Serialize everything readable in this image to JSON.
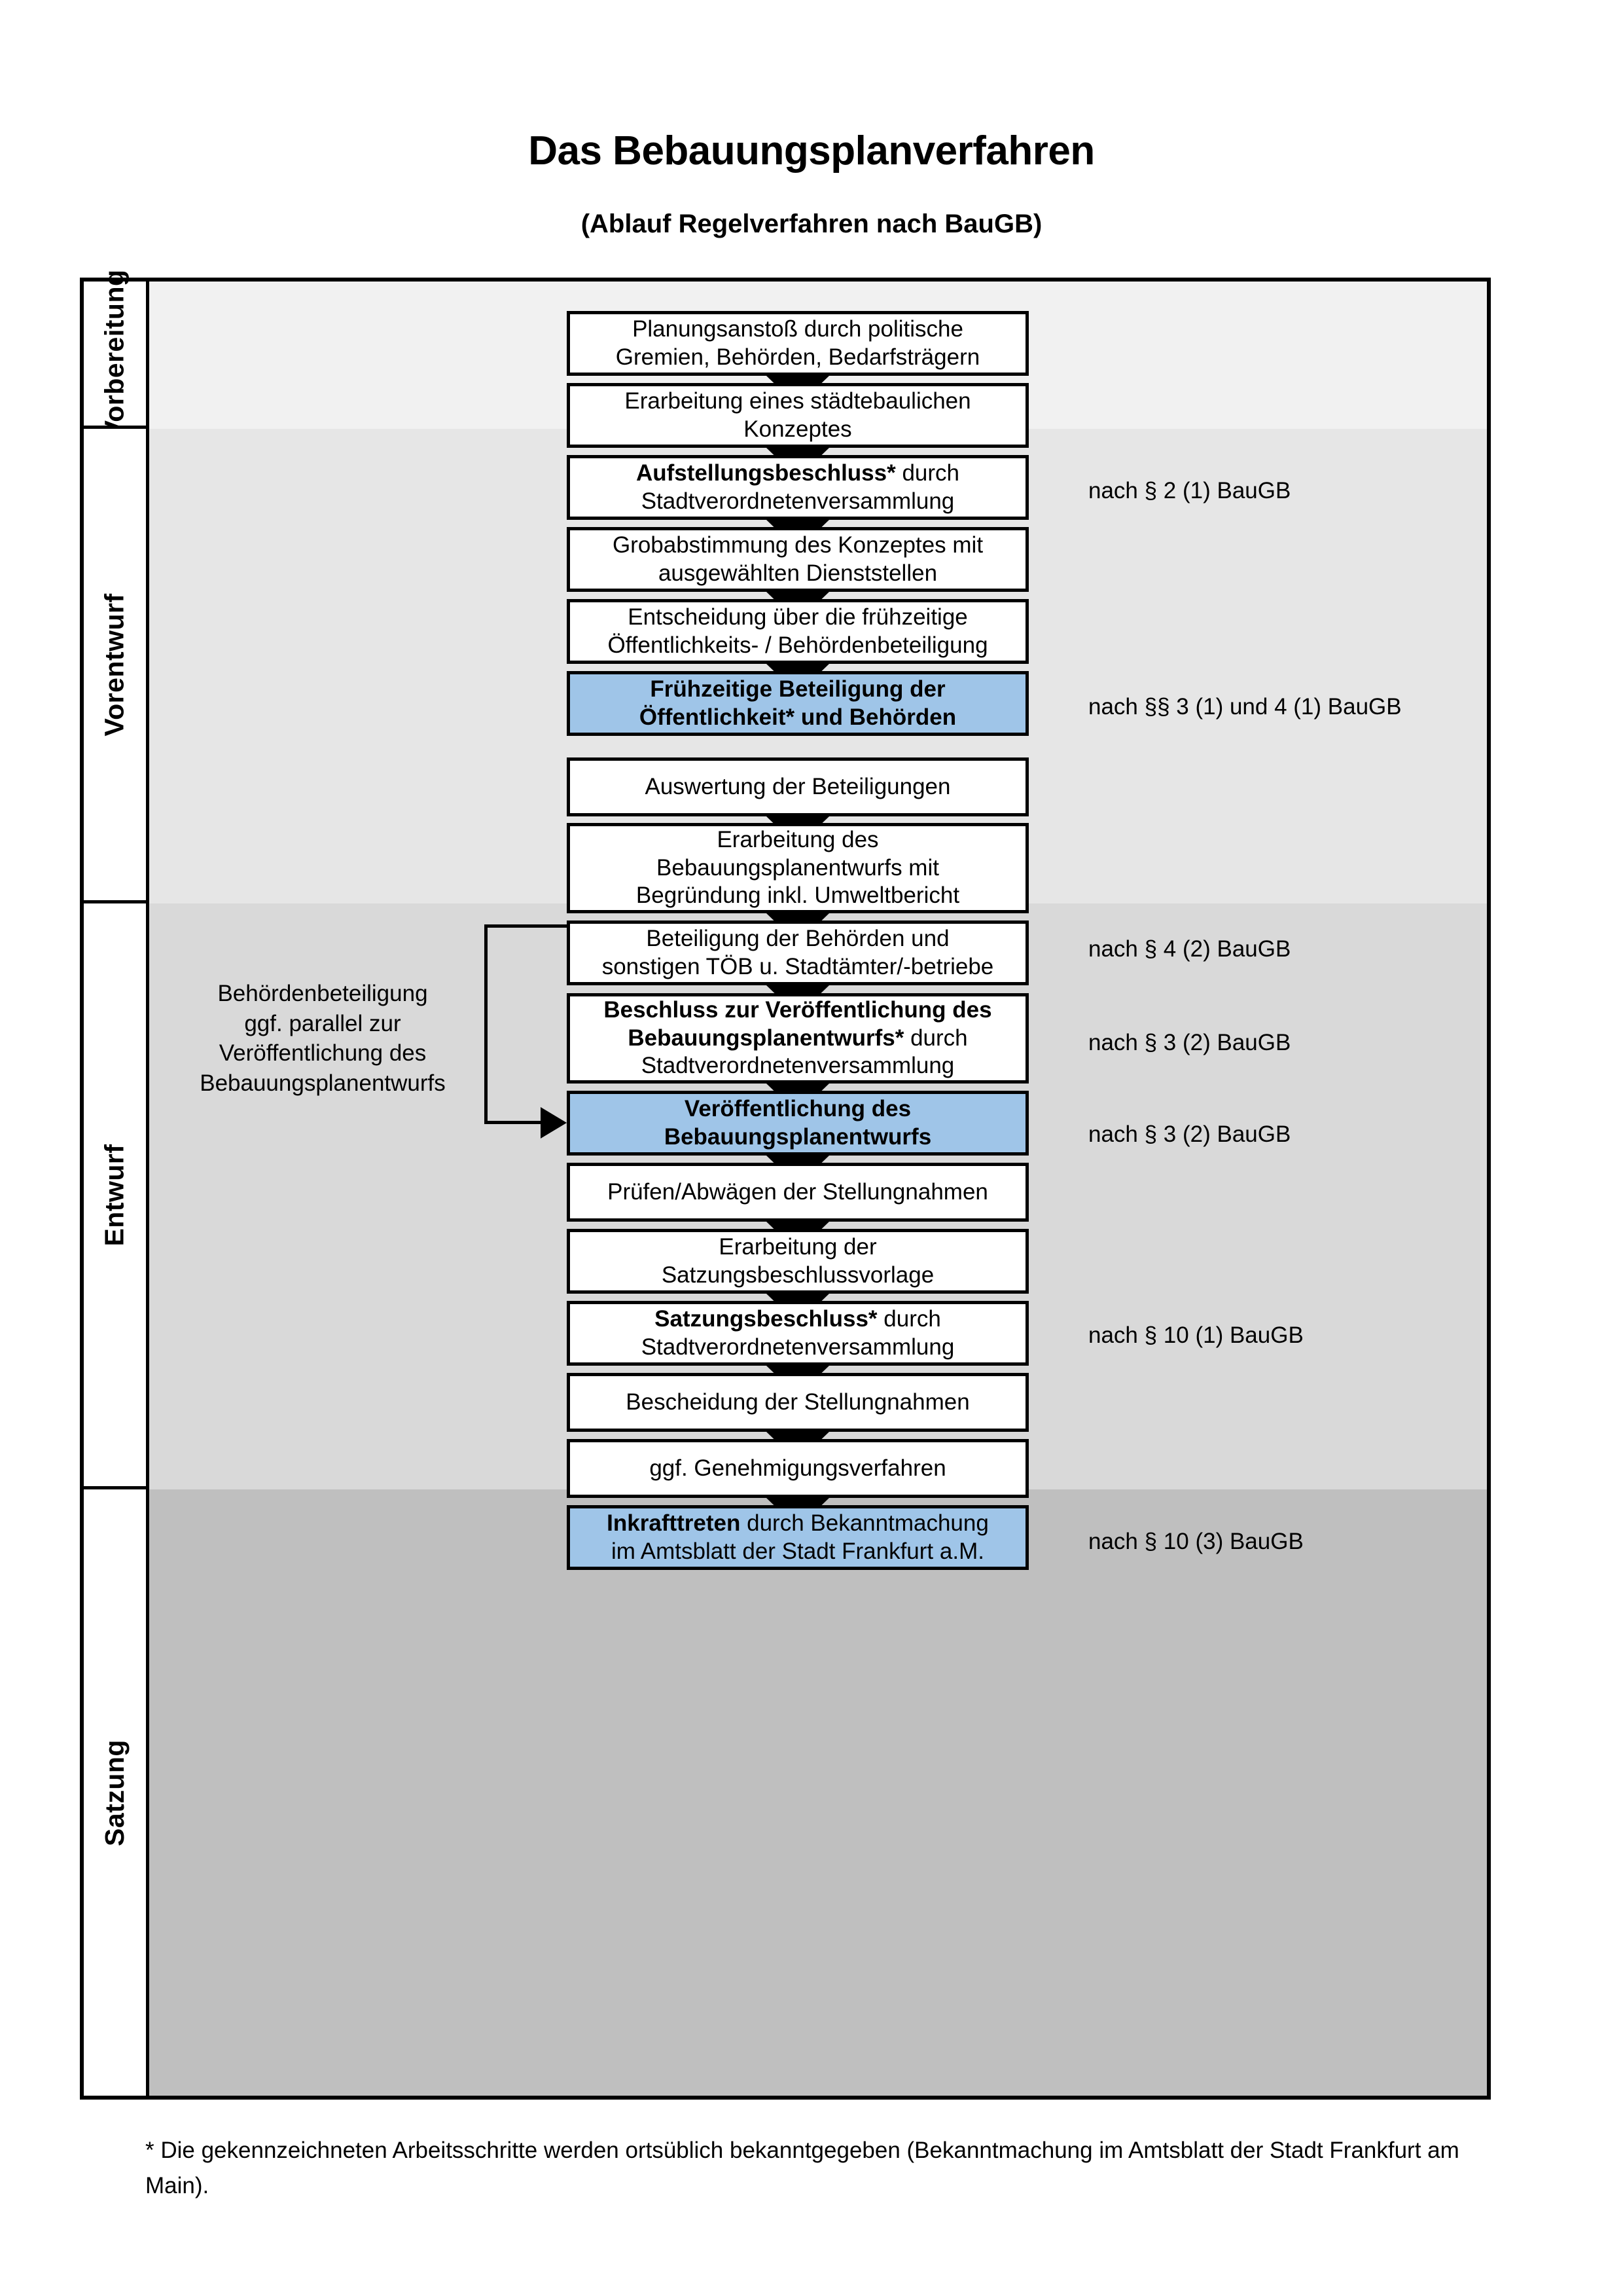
{
  "title": "Das Bebauungsplanverfahren",
  "subtitle": "(Ablauf Regelverfahren nach BauGB)",
  "colors": {
    "highlight_blue": "#9fc5e8",
    "band_vorbereitung": "#f1f1f1",
    "band_vorentwurf": "#e6e6e6",
    "band_entwurf": "#d9d9d9",
    "band_satzung": "#bfbfbf",
    "outline": "#000000"
  },
  "phases": [
    {
      "label": "Vorbereitung",
      "band_color": "#f1f1f1"
    },
    {
      "label": "Vorentwurf",
      "band_color": "#e6e6e6"
    },
    {
      "label": "Entwurf",
      "band_color": "#d9d9d9"
    },
    {
      "label": "Satzung",
      "band_color": "#bfbfbf"
    }
  ],
  "steps": [
    {
      "id": "s1",
      "phase": "Vorbereitung",
      "lines": [
        "Planungsanstoß durch politische",
        "Gremien, Behörden, Bedarfsträgern"
      ],
      "bold_prefix": "",
      "highlight": false
    },
    {
      "id": "s2",
      "phase": "Vorbereitung",
      "lines": [
        "Erarbeitung eines städtebaulichen",
        "Konzeptes"
      ],
      "bold_prefix": "",
      "highlight": false
    },
    {
      "id": "s3",
      "phase": "Vorbereitung",
      "lines": [
        "Aufstellungsbeschluss* durch",
        "Stadtverordnetenversammlung"
      ],
      "bold_prefix": "Aufstellungsbeschluss*",
      "highlight": false
    },
    {
      "id": "s4",
      "phase": "Vorentwurf",
      "lines": [
        "Grobabstimmung des Konzeptes mit",
        "ausgewählten Dienststellen"
      ],
      "bold_prefix": "",
      "highlight": false
    },
    {
      "id": "s5",
      "phase": "Vorentwurf",
      "lines": [
        "Entscheidung über die frühzeitige",
        "Öffentlichkeits- / Behördenbeteiligung"
      ],
      "bold_prefix": "",
      "highlight": false
    },
    {
      "id": "s6",
      "phase": "Vorentwurf",
      "lines": [
        "Frühzeitige Beteiligung der",
        "Öffentlichkeit* und Behörden"
      ],
      "bold_prefix": "ALL",
      "highlight": true
    },
    {
      "id": "s7",
      "phase": "Entwurf",
      "lines": [
        "Auswertung der Beteiligungen"
      ],
      "bold_prefix": "",
      "highlight": false
    },
    {
      "id": "s8",
      "phase": "Entwurf",
      "lines": [
        "Erarbeitung des",
        "Bebauungsplanentwurfs mit",
        "Begründung inkl. Umweltbericht"
      ],
      "bold_prefix": "",
      "highlight": false
    },
    {
      "id": "s9",
      "phase": "Entwurf",
      "lines": [
        "Beteiligung der Behörden und",
        "sonstigen TÖB u. Stadtämter/-betriebe"
      ],
      "bold_prefix": "",
      "highlight": false
    },
    {
      "id": "s10",
      "phase": "Entwurf",
      "lines": [
        "Beschluss zur Veröffentlichung des",
        "Bebauungsplanentwurfs* durch",
        "Stadtverordnetenversammlung"
      ],
      "bold_prefix": "Beschluss zur Veröffentlichung des Bebauungsplanentwurfs*",
      "highlight": false
    },
    {
      "id": "s11",
      "phase": "Entwurf",
      "lines": [
        "Veröffentlichung des",
        "Bebauungsplanentwurfs"
      ],
      "bold_prefix": "ALL",
      "highlight": true
    },
    {
      "id": "s12",
      "phase": "Satzung",
      "lines": [
        "Prüfen/Abwägen der Stellungnahmen"
      ],
      "bold_prefix": "",
      "highlight": false
    },
    {
      "id": "s13",
      "phase": "Satzung",
      "lines": [
        "Erarbeitung der",
        "Satzungsbeschlussvorlage"
      ],
      "bold_prefix": "",
      "highlight": false
    },
    {
      "id": "s14",
      "phase": "Satzung",
      "lines": [
        "Satzungsbeschluss* durch",
        "Stadtverordnetenversammlung"
      ],
      "bold_prefix": "Satzungsbeschluss*",
      "highlight": false
    },
    {
      "id": "s15",
      "phase": "Satzung",
      "lines": [
        "Bescheidung der Stellungnahmen"
      ],
      "bold_prefix": "",
      "highlight": false
    },
    {
      "id": "s16",
      "phase": "Satzung",
      "lines": [
        "ggf. Genehmigungsverfahren"
      ],
      "bold_prefix": "",
      "highlight": false
    },
    {
      "id": "s17",
      "phase": "Satzung",
      "lines": [
        "Inkrafttreten durch Bekanntmachung",
        "im Amtsblatt der Stadt Frankfurt a.M."
      ],
      "bold_prefix": "Inkrafttreten",
      "highlight": true
    }
  ],
  "step_text": {
    "s1_l1": "Planungsanstoß durch politische",
    "s1_l2": "Gremien, Behörden, Bedarfsträgern",
    "s2_l1": "Erarbeitung eines städtebaulichen",
    "s2_l2": "Konzeptes",
    "s3_b": "Aufstellungsbeschluss*",
    "s3_r": " durch",
    "s3_l2": "Stadtverordnetenversammlung",
    "s4_l1": "Grobabstimmung des Konzeptes mit",
    "s4_l2": "ausgewählten Dienststellen",
    "s5_l1": "Entscheidung über die frühzeitige",
    "s5_l2": "Öffentlichkeits- / Behördenbeteiligung",
    "s6_l1": "Frühzeitige Beteiligung der",
    "s6_l2": "Öffentlichkeit* und Behörden",
    "s7_l1": "Auswertung der Beteiligungen",
    "s8_l1": "Erarbeitung des",
    "s8_l2": "Bebauungsplanentwurfs mit",
    "s8_l3": "Begründung inkl. Umweltbericht",
    "s9_l1": "Beteiligung der Behörden und",
    "s9_l2": "sonstigen TÖB u. Stadtämter/-betriebe",
    "s10_b1": "Beschluss zur Veröffentlichung des",
    "s10_b2": "Bebauungsplanentwurfs*",
    "s10_r": " durch",
    "s10_l3": "Stadtverordnetenversammlung",
    "s11_l1": "Veröffentlichung des",
    "s11_l2": "Bebauungsplanentwurfs",
    "s12_l1": "Prüfen/Abwägen der Stellungnahmen",
    "s13_l1": "Erarbeitung der",
    "s13_l2": "Satzungsbeschlussvorlage",
    "s14_b": "Satzungsbeschluss*",
    "s14_r": " durch",
    "s14_l2": "Stadtverordnetenversammlung",
    "s15_l1": "Bescheidung der Stellungnahmen",
    "s16_l1": "ggf. Genehmigungsverfahren",
    "s17_b": "Inkrafttreten",
    "s17_r": " durch Bekanntmachung",
    "s17_l2": "im Amtsblatt der Stadt Frankfurt a.M."
  },
  "side_note": {
    "lines": [
      "Behördenbeteiligung",
      "ggf. parallel zur",
      "Veröffentlichung des",
      "Bebauungsplanentwurfs"
    ],
    "l1": "Behördenbeteiligung",
    "l2": "ggf. parallel zur",
    "l3": "Veröffentlichung des",
    "l4": "Bebauungsplanentwurfs"
  },
  "legal_refs": [
    {
      "id": "r1",
      "text": "nach § 2 (1) BauGB",
      "for_step": "s3"
    },
    {
      "id": "r2",
      "text": "nach §§ 3 (1) und 4 (1) BauGB",
      "for_step": "s6"
    },
    {
      "id": "r3",
      "text": "nach § 4 (2) BauGB",
      "for_step": "s9"
    },
    {
      "id": "r4",
      "text": "nach § 3 (2) BauGB",
      "for_step": "s10"
    },
    {
      "id": "r5",
      "text": "nach § 3 (2) BauGB",
      "for_step": "s11"
    },
    {
      "id": "r6",
      "text": "nach § 10 (1) BauGB",
      "for_step": "s14"
    },
    {
      "id": "r7",
      "text": "nach § 10 (3) BauGB",
      "for_step": "s17"
    }
  ],
  "footnote": "* Die gekennzeichneten Arbeitsschritte werden ortsüblich bekanntgegeben (Bekanntmachung im Amtsblatt  der Stadt Frankfurt am Main)."
}
